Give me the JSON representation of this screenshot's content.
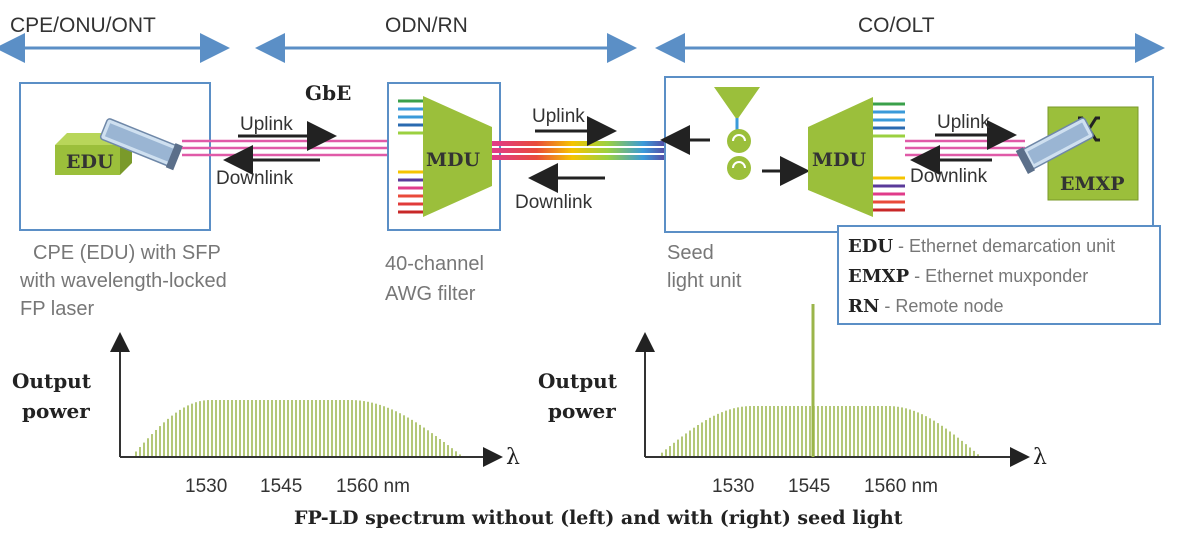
{
  "colors": {
    "accent_blue": "#5b8fc6",
    "box_border": "#5b8fc6",
    "device_green": "#9bbf3b",
    "spectrum_green": "#9bb54a",
    "fiber_pink": "#e05aa8",
    "text_dark": "#333333",
    "text_grey": "#777777"
  },
  "header": {
    "left": "CPE/ONU/ONT",
    "middle": "ODN/RN",
    "right": "CO/OLT"
  },
  "cpe": {
    "edu_label": "EDU",
    "gbe_label": "GbE",
    "uplink": "Uplink",
    "downlink": "Downlink",
    "caption_line1": "CPE (EDU) with SFP",
    "caption_line2": "with wavelength-locked",
    "caption_line3": "FP laser"
  },
  "rn": {
    "mdu_label": "MDU",
    "caption_line1": "40-channel",
    "caption_line2": "AWG filter"
  },
  "odn_link": {
    "uplink": "Uplink",
    "downlink": "Downlink"
  },
  "co": {
    "mdu_label": "MDU",
    "uplink": "Uplink",
    "downlink": "Downlink",
    "emxp_label": "EMXP",
    "seed_line1": "Seed",
    "seed_line2": "light unit"
  },
  "legend": {
    "items": [
      {
        "term": "EDU",
        "desc": " - Ethernet demarcation unit"
      },
      {
        "term": "EMXP",
        "desc": " - Ethernet muxponder"
      },
      {
        "term": "RN",
        "desc": " - Remote node"
      }
    ]
  },
  "spectra": {
    "left": {
      "ylabel_line1": "Output",
      "ylabel_line2": "power",
      "xlabel": "λ",
      "ticks": [
        "1530",
        "1545",
        "1560 nm"
      ]
    },
    "right": {
      "ylabel_line1": "Output",
      "ylabel_line2": "power",
      "xlabel": "λ",
      "ticks": [
        "1530",
        "1545",
        "1560 nm"
      ]
    },
    "caption": "FP-LD spectrum without (left) and with (right) seed light"
  },
  "icons": {
    "sfp_module": "sfp-transceiver-icon",
    "circulator": "optical-circulator-icon",
    "switch": "crossbar-switch-icon"
  }
}
